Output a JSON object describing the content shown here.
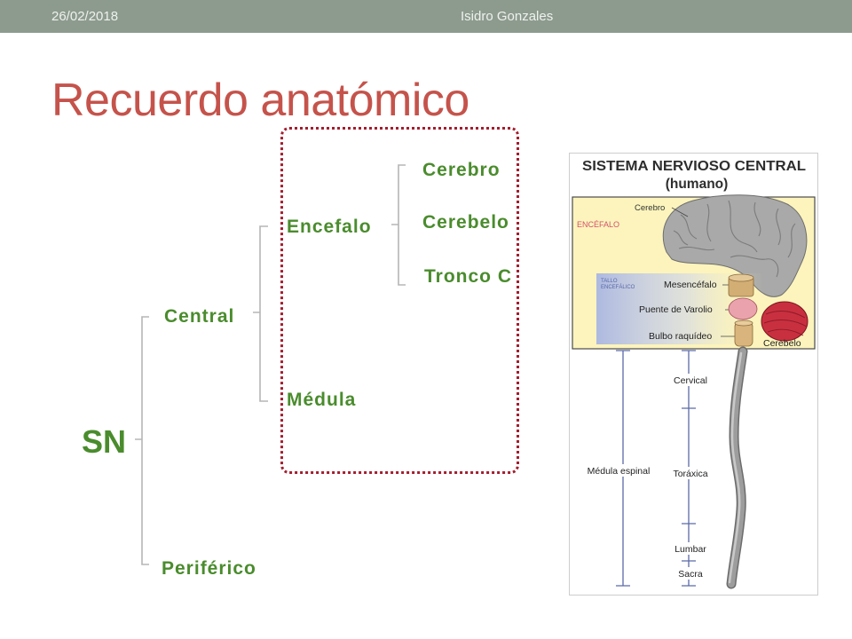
{
  "slide": {
    "header": {
      "date": "26/02/2018",
      "author": "Isidro Gonzales"
    },
    "title": "Recuerdo anatómico"
  },
  "tree": {
    "label": "SN",
    "children": [
      {
        "label": "Central",
        "children": [
          {
            "label": "Encefalo",
            "children": [
              {
                "label": "Cerebro"
              },
              {
                "label": "Cerebelo"
              },
              {
                "label": "Tronco C"
              }
            ]
          },
          {
            "label": "Médula"
          }
        ]
      },
      {
        "label": "Periférico"
      }
    ]
  },
  "figure": {
    "title": "SISTEMA NERVIOSO CENTRAL",
    "subtitle": "(humano)",
    "encefalo_label": "ENCÉFALO",
    "cerebro_label": "Cerebro",
    "tallo_label": [
      "TALLO",
      "ENCEFÁLICO"
    ],
    "brainstem": [
      "Mesencéfalo",
      "Puente de Varolio",
      "Bulbo raquídeo"
    ],
    "cerebelo_label": "Cerebelo",
    "medula_label": "Médula espinal",
    "spinal_regions": [
      "Cervical",
      "Toráxica",
      "Lumbar",
      "Sacra"
    ]
  },
  "colors": {
    "header_bar": "#8d9b8e",
    "header_text": "#eef1ee",
    "title": "#c5534b",
    "tree_text": "#4a8c2d",
    "bracket": "#b5b5b5",
    "highlight_border": "#a31e2e",
    "figure_panel": "#fcf4bc"
  }
}
